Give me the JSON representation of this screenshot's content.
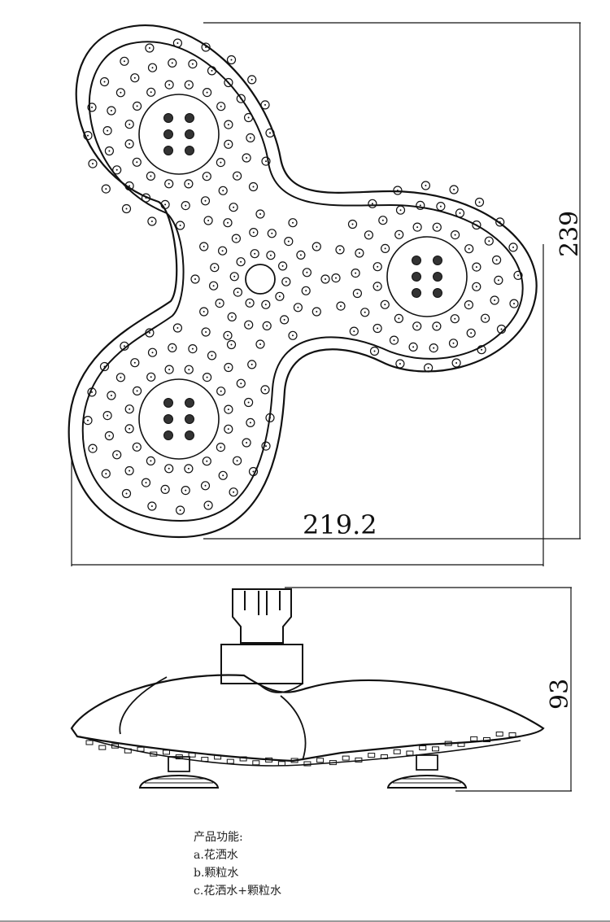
{
  "top_view": {
    "width_dim": "219.2",
    "height_dim": "239"
  },
  "side_view": {
    "height_dim": "93"
  },
  "notes": {
    "heading": "产品功能:",
    "items": [
      "a.花洒水",
      "b.颗粒水",
      "c.花洒水+颗粒水"
    ]
  }
}
